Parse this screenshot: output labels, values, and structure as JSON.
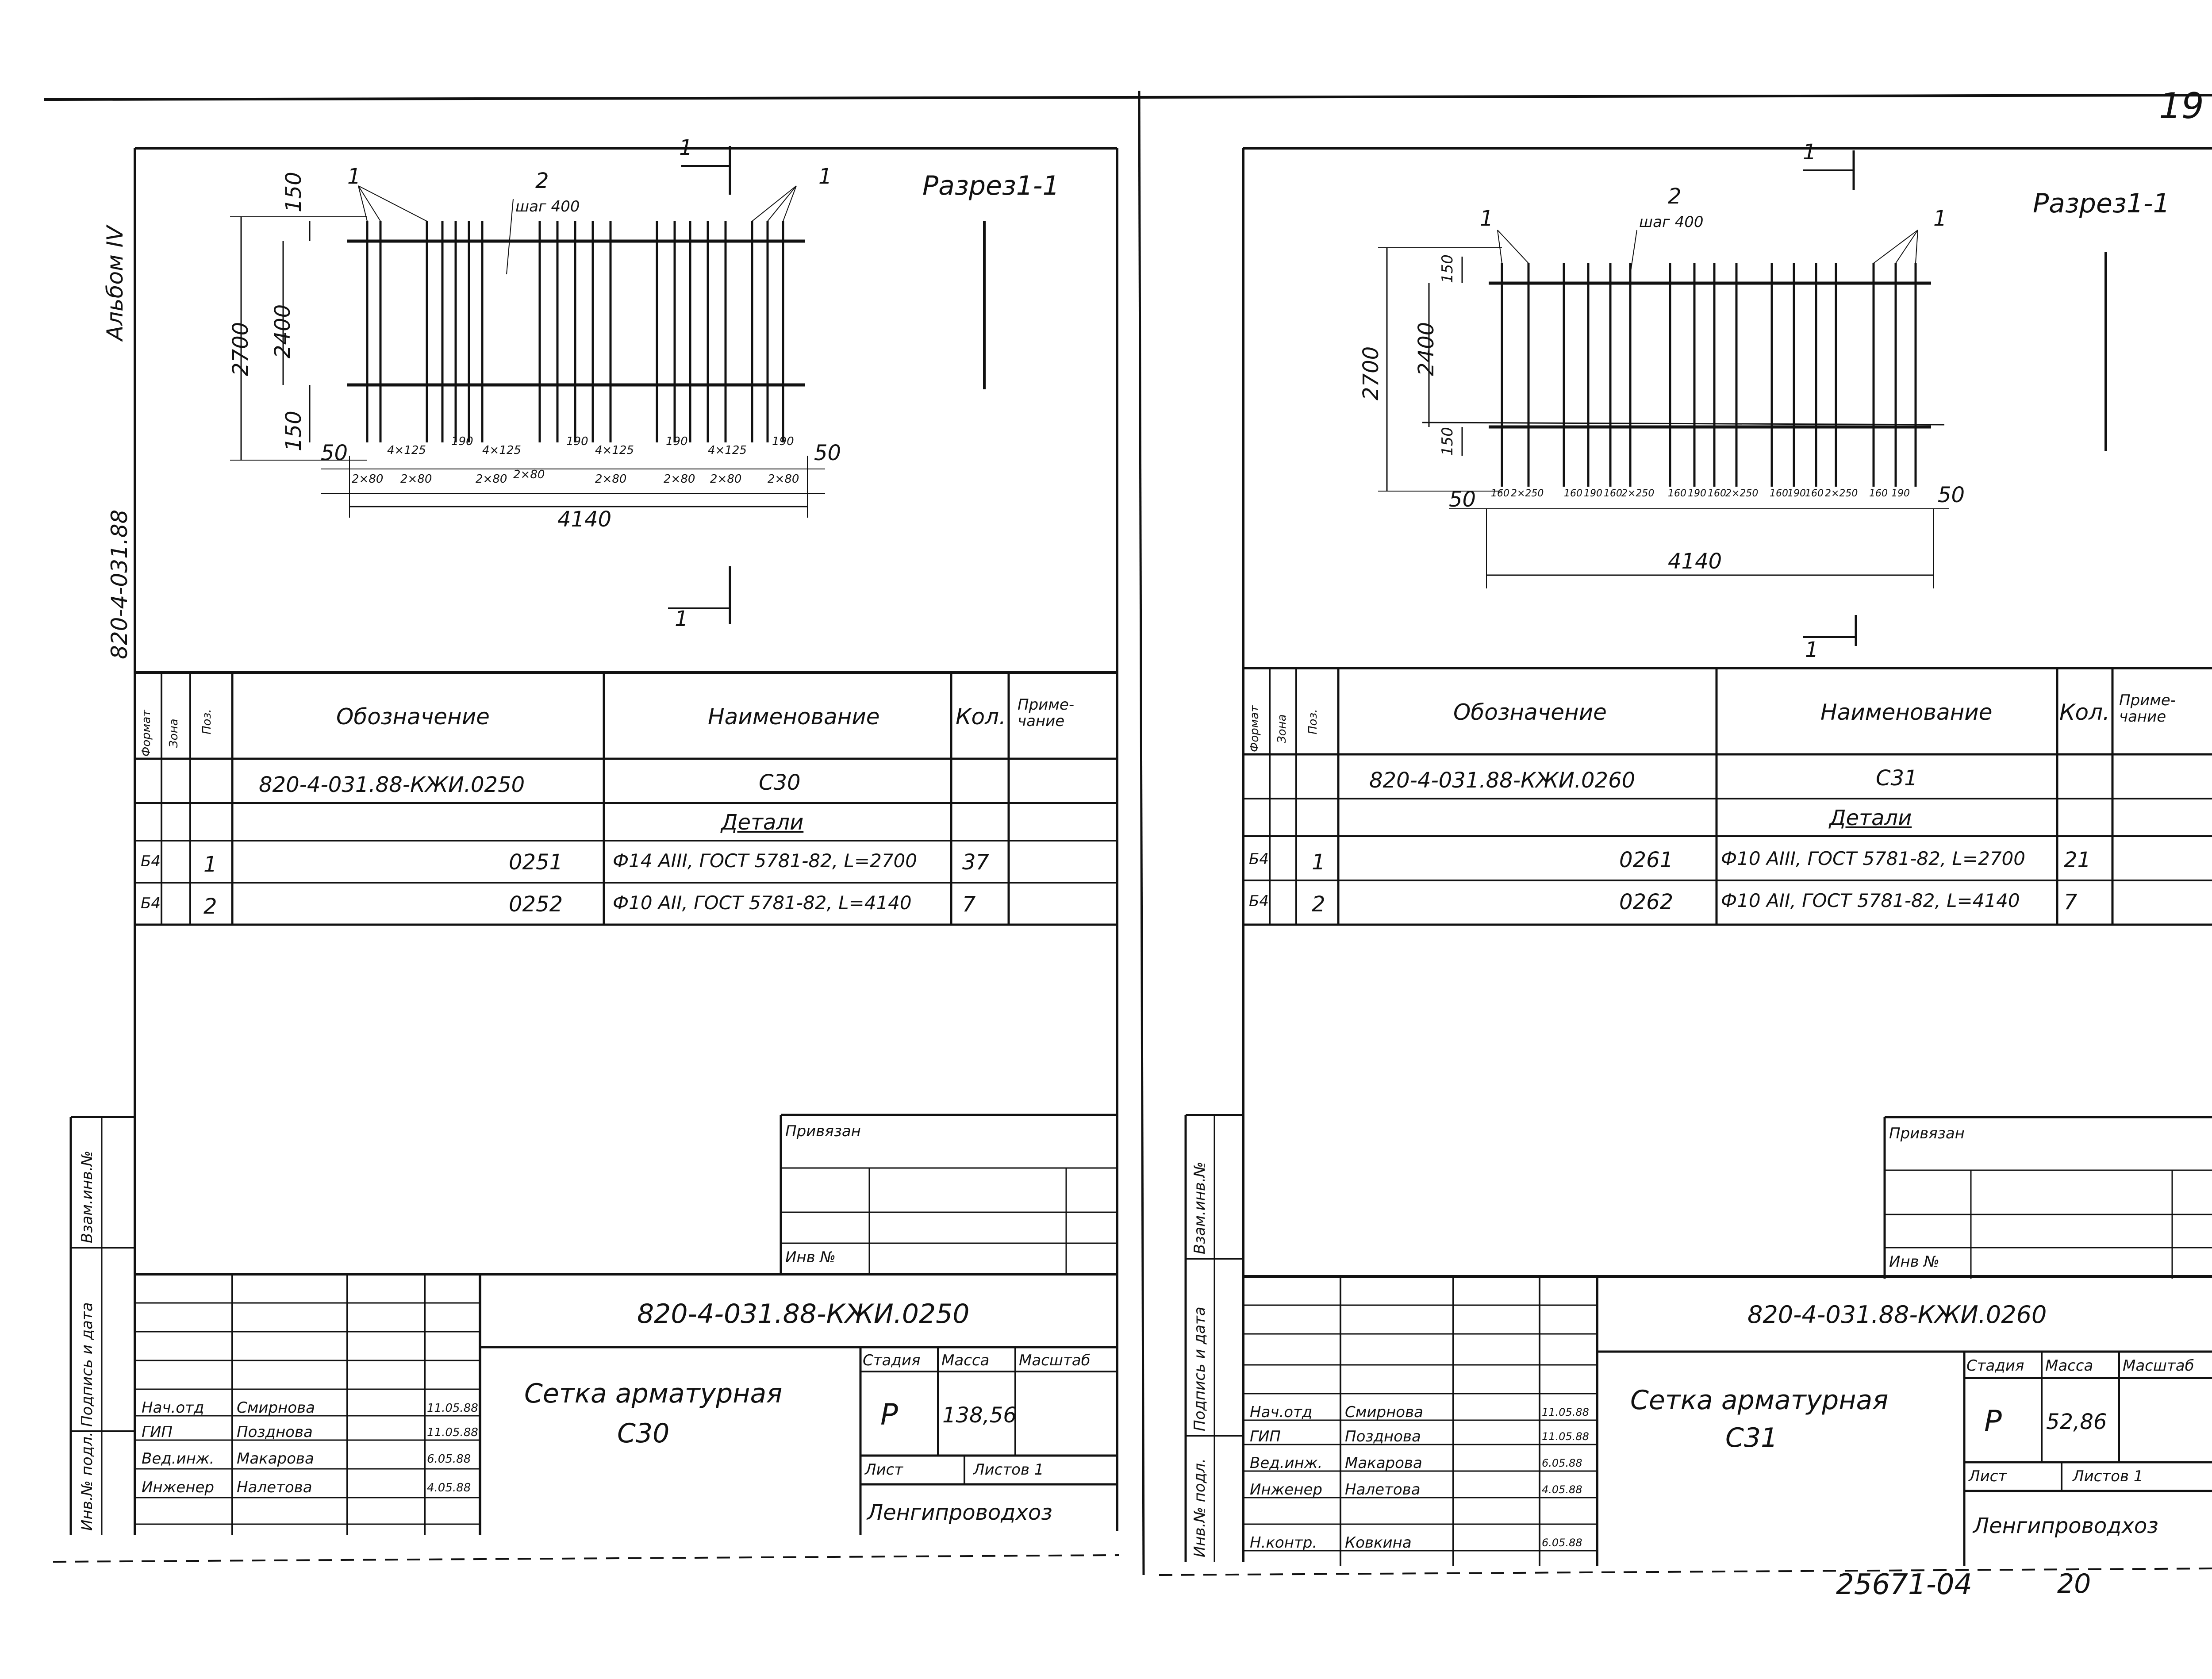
{
  "page_number": "19",
  "footer_stamp": "25671-04",
  "footer_page": "20",
  "album": "Альбом IV",
  "series_code": "820-4-031.88",
  "side_labels": {
    "substitute_inv": "Взам.инв.№",
    "signature_date": "Подпись и дата",
    "inv_no": "Инв.№ подл."
  },
  "table_headers": {
    "format": "Формат",
    "zone": "Зона",
    "pos": "Поз.",
    "designation": "Обозначение",
    "name": "Наименование",
    "qty": "Кол.",
    "note": "Приме-\nчание"
  },
  "approval": {
    "bound_label": "Привязан",
    "inv_label": "Инв №"
  },
  "title_block_labels": {
    "stage": "Стадия",
    "mass": "Масса",
    "scale": "Масштаб",
    "sheet": "Лист",
    "sheets": "Листов 1",
    "organization": "Ленгипроводхоз"
  },
  "sheets": [
    {
      "section_title": "Разрез1-1",
      "section_mark": "1",
      "dimensions": {
        "height_total": "2700",
        "height_inner": "2400",
        "offset_top": "150",
        "offset_bottom": "150",
        "width_total": "4140",
        "end_left": "50",
        "end_right": "50",
        "step_label": "шаг 400",
        "pos_1": "1",
        "pos_2": "2",
        "spacing": [
          "2×80",
          "4×125",
          "2×80",
          "190",
          "4×125",
          "2×80",
          "2×80",
          "190",
          "4×125",
          "2×80",
          "190",
          "2×80",
          "4×125",
          "2×80",
          "190",
          "2×80"
        ]
      },
      "doc_row": {
        "designation": "820-4-031.88-КЖИ.0250",
        "name": "С30"
      },
      "details_label": "Детали",
      "rows": [
        {
          "format": "Б4",
          "pos": "1",
          "designation": "0251",
          "name": "Ф14 АIII, ГОСТ 5781-82, L=2700",
          "qty": "37"
        },
        {
          "format": "Б4",
          "pos": "2",
          "designation": "0252",
          "name": "Ф10 АII, ГОСТ 5781-82, L=4140",
          "qty": "7"
        }
      ],
      "doc_code": "820-4-031.88-КЖИ.0250",
      "product_name": "Сетка арматурная",
      "product_mark": "С30",
      "stage_value": "Р",
      "mass_value": "138,56",
      "signatures": [
        {
          "role": "Нач.отд",
          "name": "Смирнова",
          "date": "11.05.88"
        },
        {
          "role": "ГИП",
          "name": "Позднова",
          "date": "11.05.88"
        },
        {
          "role": "Вед.инж.",
          "name": "Макарова",
          "date": "6.05.88"
        },
        {
          "role": "Инженер",
          "name": "Налетова",
          "date": "4.05.88"
        }
      ]
    },
    {
      "section_title": "Разрез1-1",
      "section_mark": "1",
      "dimensions": {
        "height_total": "2700",
        "height_inner": "2400",
        "offset_top": "150",
        "offset_bottom": "150",
        "width_total": "4140",
        "end_left": "50",
        "end_right": "50",
        "step_label": "шаг 400",
        "pos_1": "1",
        "pos_2": "2",
        "spacing": [
          "160",
          "2×250",
          "160",
          "190",
          "160",
          "2×250",
          "160",
          "190",
          "160",
          "2×250",
          "160",
          "190",
          "160",
          "2×250",
          "160",
          "190"
        ]
      },
      "doc_row": {
        "designation": "820-4-031.88-КЖИ.0260",
        "name": "С31"
      },
      "details_label": "Детали",
      "rows": [
        {
          "format": "Б4",
          "pos": "1",
          "designation": "0261",
          "name": "Ф10 АIII, ГОСТ 5781-82, L=2700",
          "qty": "21"
        },
        {
          "format": "Б4",
          "pos": "2",
          "designation": "0262",
          "name": "Ф10 АII, ГОСТ 5781-82, L=4140",
          "qty": "7"
        }
      ],
      "doc_code": "820-4-031.88-КЖИ.0260",
      "product_name": "Сетка арматурная",
      "product_mark": "С31",
      "stage_value": "Р",
      "mass_value": "52,86",
      "signatures": [
        {
          "role": "Нач.отд",
          "name": "Смирнова",
          "date": "11.05.88"
        },
        {
          "role": "ГИП",
          "name": "Позднова",
          "date": "11.05.88"
        },
        {
          "role": "Вед.инж.",
          "name": "Макарова",
          "date": "6.05.88"
        },
        {
          "role": "Инженер",
          "name": "Налетова",
          "date": "4.05.88"
        },
        {
          "role": "Н.контр.",
          "name": "Ковкина",
          "date": "6.05.88"
        }
      ]
    }
  ]
}
